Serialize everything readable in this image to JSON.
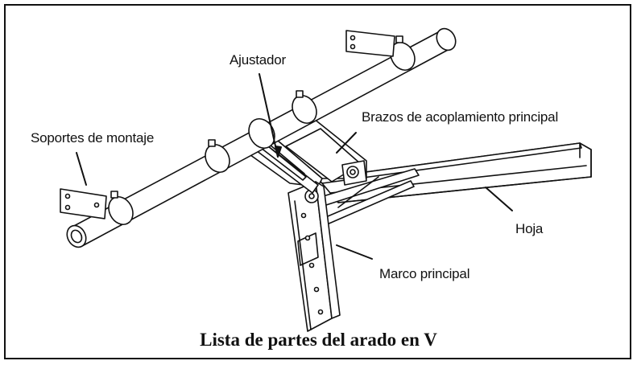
{
  "labels": {
    "adjuster": "Ajustador",
    "main_coupling_arms": "Brazos de acoplamiento principal",
    "mounting_brackets": "Soportes de montaje",
    "blade": "Hoja",
    "main_frame": "Marco principal"
  },
  "caption": "Lista de partes del arado en V",
  "colors": {
    "stroke": "#111111",
    "fill": "#ffffff",
    "border": "#111111"
  }
}
